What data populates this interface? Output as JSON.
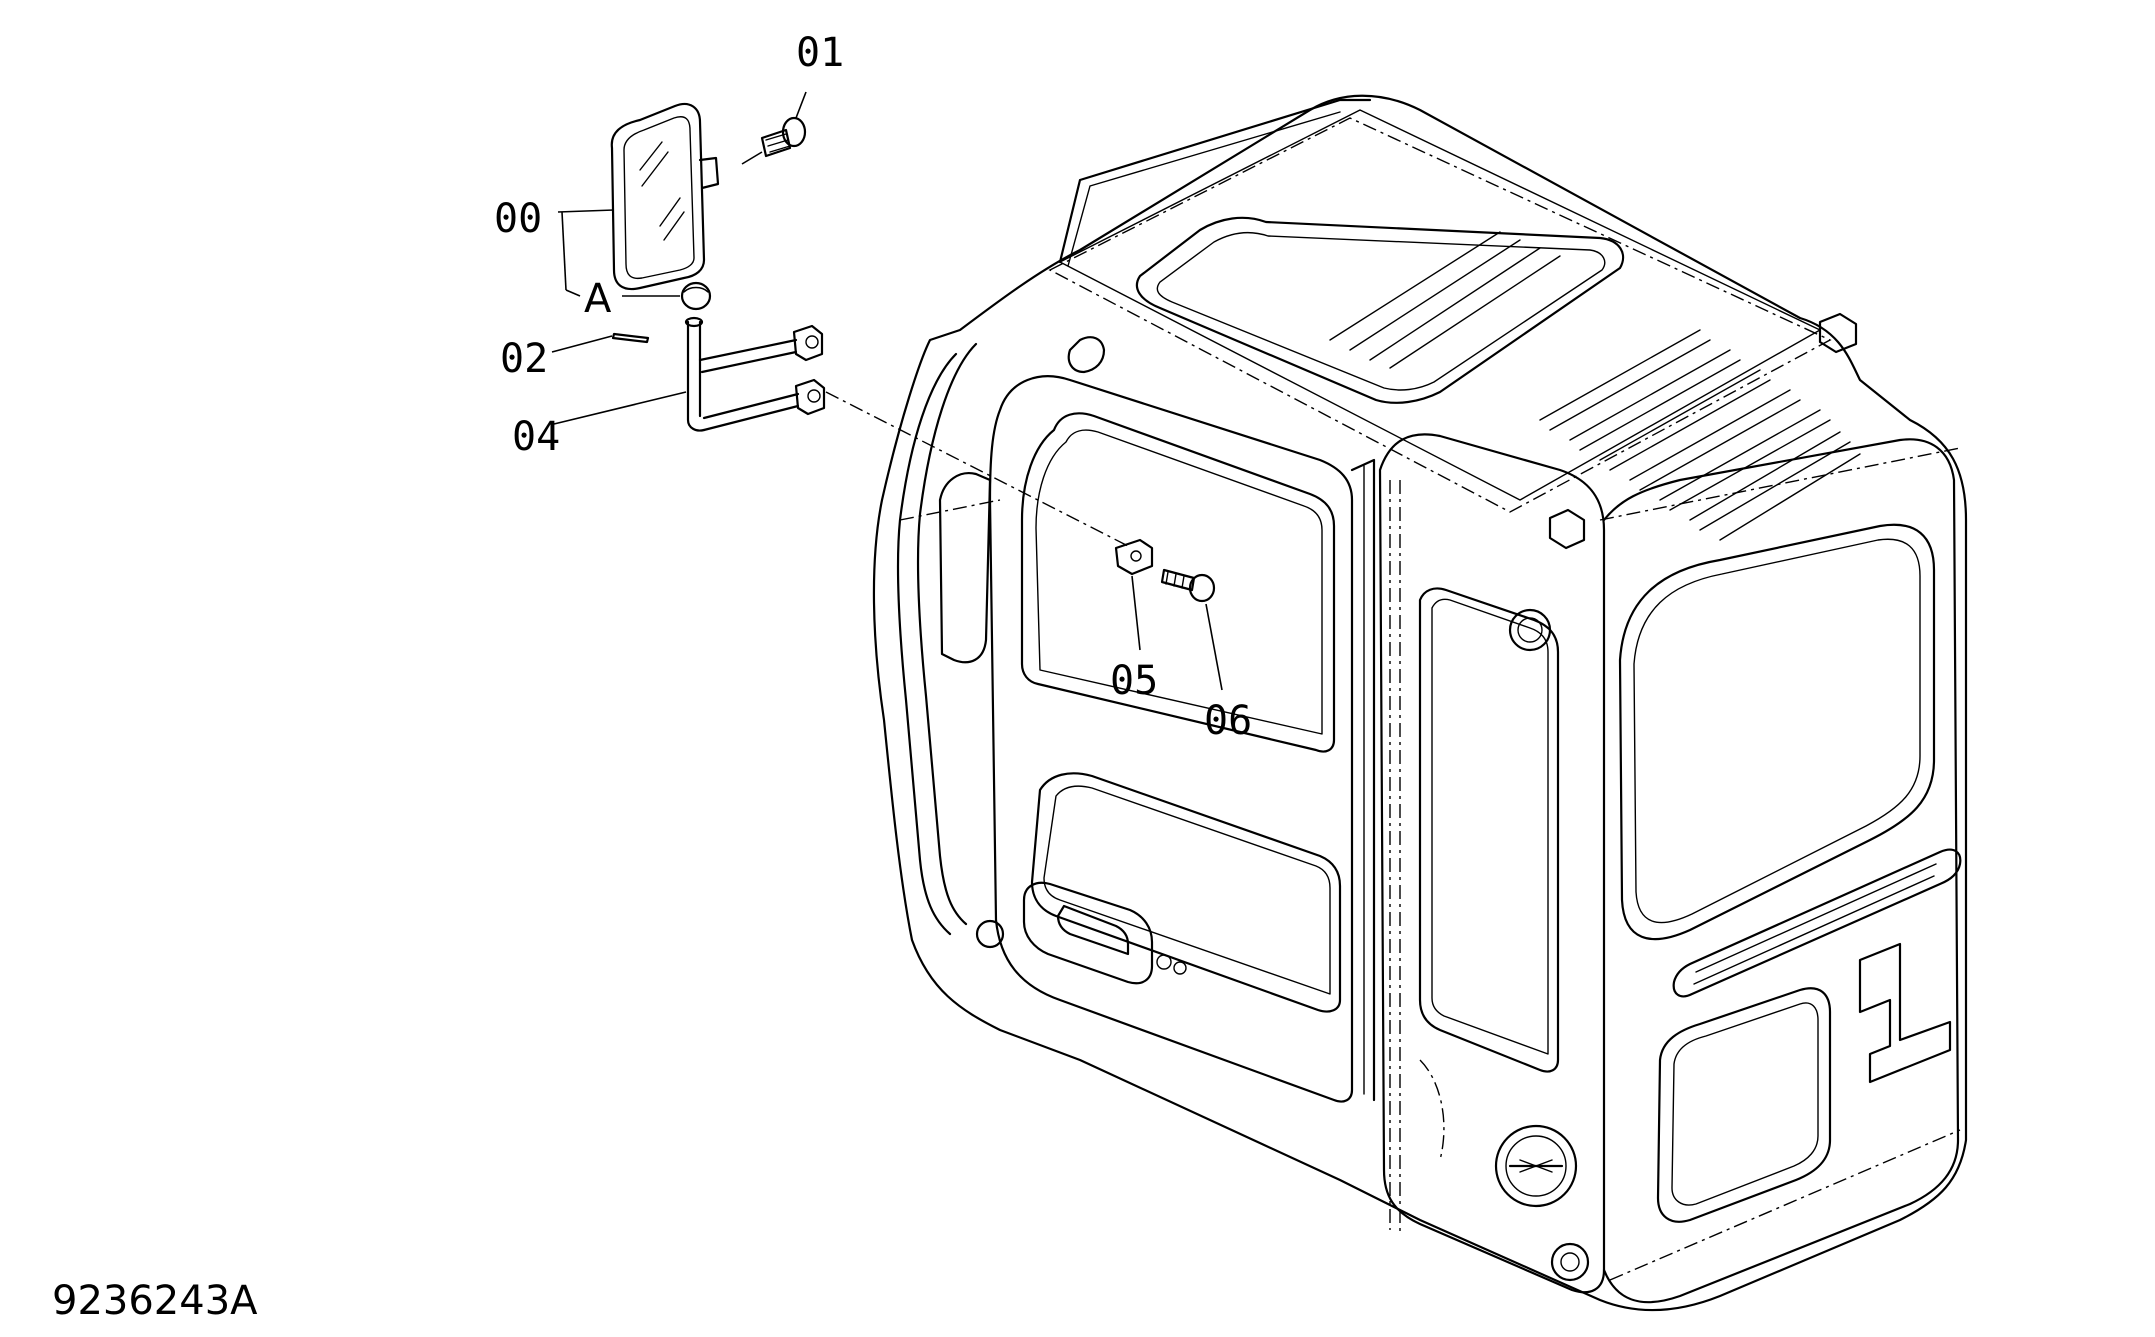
{
  "drawing_number": "9236243A",
  "part_labels": {
    "p00": "00",
    "p01": "01",
    "p02": "02",
    "p04": "04",
    "p05": "05",
    "p06": "06",
    "detail_a": "A"
  },
  "icons": {
    "cab": "excavator-cab-illustration",
    "mirror": "mirror-illustration"
  }
}
